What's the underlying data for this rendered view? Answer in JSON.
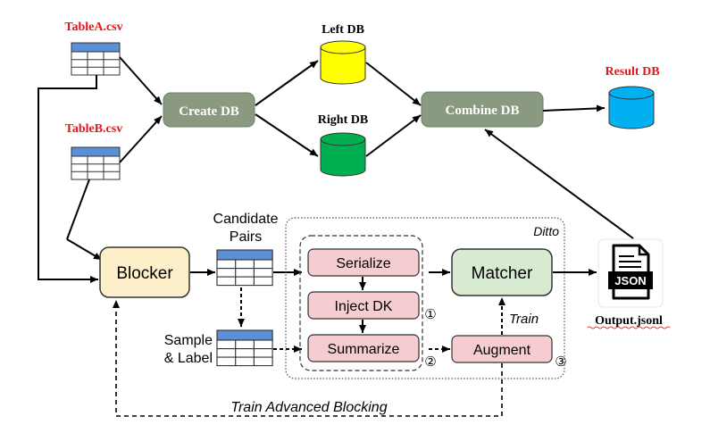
{
  "inputs": {
    "table_a": "TableA.csv",
    "table_b": "TableB.csv"
  },
  "databases": {
    "left_db": "Left DB",
    "right_db": "Right DB",
    "result_db": "Result DB"
  },
  "steps": {
    "create_db": "Create DB",
    "combine_db": "Combine DB",
    "blocker": "Blocker",
    "serialize": "Serialize",
    "inject_dk": "Inject DK",
    "summarize": "Summarize",
    "matcher": "Matcher",
    "augment": "Augment"
  },
  "labels": {
    "candidate_pairs_line1": "Candidate",
    "candidate_pairs_line2": "Pairs",
    "sample_label_line1": "Sample",
    "sample_label_line2": "& Label",
    "ditto": "Ditto",
    "train": "Train",
    "train_advanced_blocking": "Train Advanced Blocking",
    "output_file": "Output.jsonl",
    "json_badge": "JSON",
    "marker_1": "①",
    "marker_2": "②",
    "marker_3": "③"
  },
  "colors": {
    "csv_label": "#e8141b",
    "result_label": "#e8141b",
    "db_step": "#8a9a80",
    "left_db": "#ffff00",
    "right_db": "#00b050",
    "result_db": "#00b0f0",
    "blocker": "#fdefc9",
    "ditto_step": "#f5cdd0",
    "matcher": "#d9ead3",
    "table_header": "#5b8fd8"
  }
}
